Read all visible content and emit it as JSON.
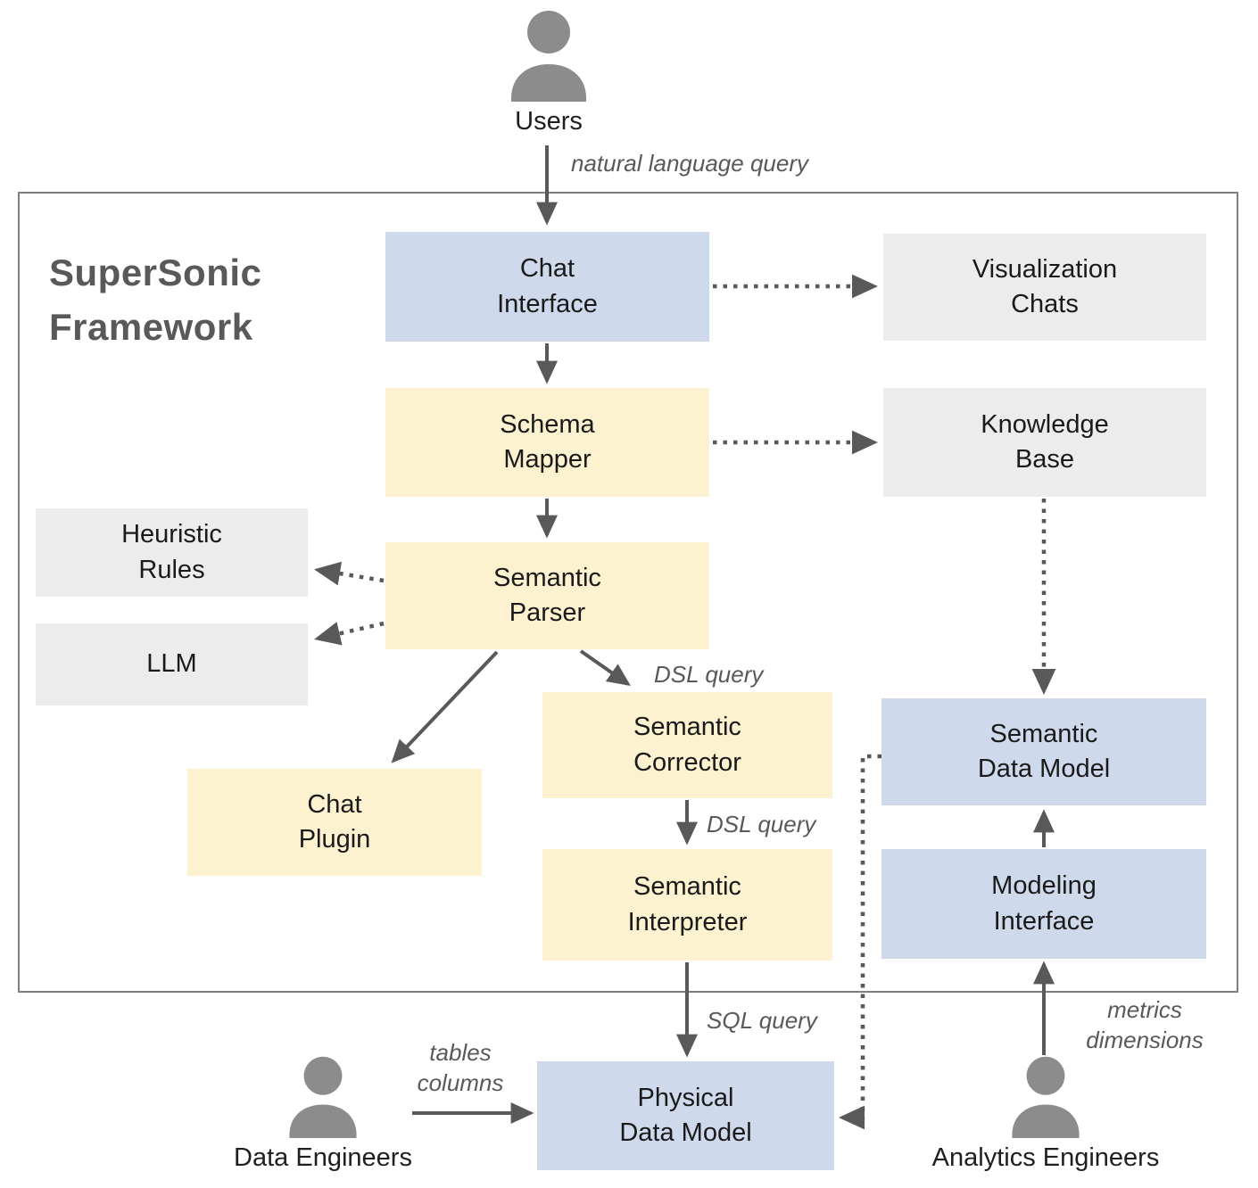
{
  "title": {
    "text": "SuperSonic\nFramework"
  },
  "actors": {
    "users": {
      "label": "Users"
    },
    "data_engineers": {
      "label": "Data Engineers"
    },
    "analytics_engineers": {
      "label": "Analytics Engineers"
    }
  },
  "nodes": {
    "chat_interface": {
      "label": "Chat\nInterface",
      "color": "#cfd9ec"
    },
    "visualization_chats": {
      "label": "Visualization\nChats",
      "color": "#ececec"
    },
    "schema_mapper": {
      "label": "Schema\nMapper",
      "color": "#fcf2cf"
    },
    "knowledge_base": {
      "label": "Knowledge\nBase",
      "color": "#ececec"
    },
    "heuristic_rules": {
      "label": "Heuristic\nRules",
      "color": "#ececec"
    },
    "llm": {
      "label": "LLM",
      "color": "#ececec"
    },
    "semantic_parser": {
      "label": "Semantic\nParser",
      "color": "#fcf2cf"
    },
    "semantic_corrector": {
      "label": "Semantic\nCorrector",
      "color": "#fcf2cf"
    },
    "chat_plugin": {
      "label": "Chat\nPlugin",
      "color": "#fcf2cf"
    },
    "semantic_interpreter": {
      "label": "Semantic\nInterpreter",
      "color": "#fcf2cf"
    },
    "semantic_data_model": {
      "label": "Semantic\nData Model",
      "color": "#cfd9ec"
    },
    "modeling_interface": {
      "label": "Modeling\nInterface",
      "color": "#cfd9ec"
    },
    "physical_data_model": {
      "label": "Physical\nData Model",
      "color": "#cfd9ec"
    }
  },
  "edge_labels": {
    "natural_language_query": "natural language query",
    "dsl_query_parser": "DSL query",
    "dsl_query_corrector": "DSL query",
    "sql_query": "SQL query",
    "tables_columns": "tables\ncolumns",
    "metrics_dimensions": "metrics\ndimensions"
  },
  "edges": [
    {
      "from": "users",
      "to": "chat_interface",
      "style": "solid",
      "label": "natural language query"
    },
    {
      "from": "chat_interface",
      "to": "visualization_chats",
      "style": "dotted",
      "label": ""
    },
    {
      "from": "chat_interface",
      "to": "schema_mapper",
      "style": "solid",
      "label": ""
    },
    {
      "from": "schema_mapper",
      "to": "knowledge_base",
      "style": "dotted",
      "label": ""
    },
    {
      "from": "schema_mapper",
      "to": "semantic_parser",
      "style": "solid",
      "label": ""
    },
    {
      "from": "semantic_parser",
      "to": "heuristic_rules",
      "style": "dotted",
      "label": ""
    },
    {
      "from": "semantic_parser",
      "to": "llm",
      "style": "dotted",
      "label": ""
    },
    {
      "from": "semantic_parser",
      "to": "semantic_corrector",
      "style": "solid",
      "label": "DSL query"
    },
    {
      "from": "semantic_parser",
      "to": "chat_plugin",
      "style": "solid",
      "label": ""
    },
    {
      "from": "semantic_corrector",
      "to": "semantic_interpreter",
      "style": "solid",
      "label": "DSL query"
    },
    {
      "from": "knowledge_base",
      "to": "semantic_data_model",
      "style": "dotted",
      "label": ""
    },
    {
      "from": "modeling_interface",
      "to": "semantic_data_model",
      "style": "solid",
      "label": ""
    },
    {
      "from": "semantic_interpreter",
      "to": "physical_data_model",
      "style": "solid",
      "label": "SQL query"
    },
    {
      "from": "semantic_data_model",
      "to": "physical_data_model",
      "style": "dotted",
      "label": ""
    },
    {
      "from": "data_engineers",
      "to": "physical_data_model",
      "style": "solid",
      "label": "tables\ncolumns"
    },
    {
      "from": "analytics_engineers",
      "to": "modeling_interface",
      "style": "solid",
      "label": "metrics\ndimensions"
    }
  ],
  "colors": {
    "blue_node": "#cfd9ec",
    "yellow_node": "#fcf2cf",
    "gray_node": "#ececec",
    "frame_border": "#7f7f7f",
    "arrow": "#595959",
    "title_text": "#595959",
    "node_text": "#1a1a1a",
    "edge_label_text": "#595959",
    "actor_icon": "#8c8c8c"
  }
}
